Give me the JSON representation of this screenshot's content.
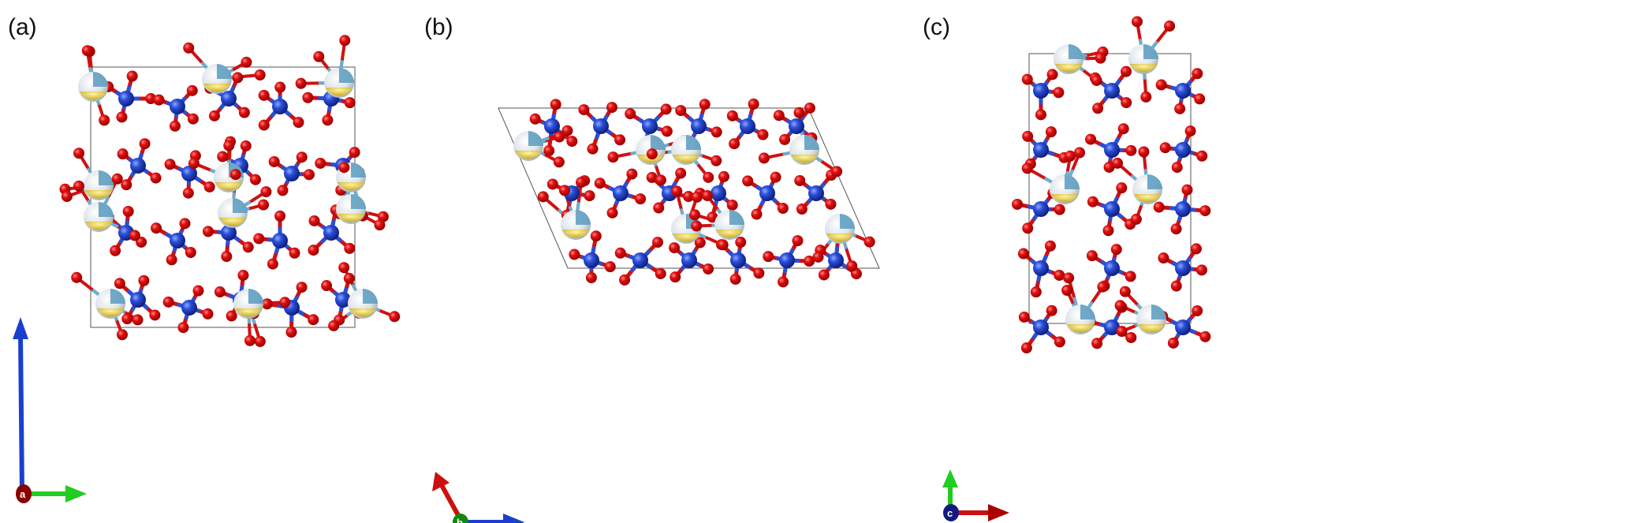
{
  "panels": [
    {
      "label": "(a)",
      "axis_out_of_plane": "a",
      "axes": [
        "c",
        "b"
      ]
    },
    {
      "label": "(b)",
      "axis_out_of_plane": "b",
      "axes": [
        "a",
        "c"
      ]
    },
    {
      "label": "(c)",
      "axis_out_of_plane": "c",
      "axes": [
        "b",
        "a"
      ]
    }
  ],
  "colors": {
    "oxygen": "#e01010",
    "framework": "#2a4fd8",
    "cation": "#e8eef2",
    "cation_shade": "#5a9bc0",
    "partial": "#e8c840",
    "bond": "#6aaed0",
    "axis_a": "#cc1010",
    "axis_b": "#22cc22",
    "axis_c": "#1a3fd0"
  }
}
